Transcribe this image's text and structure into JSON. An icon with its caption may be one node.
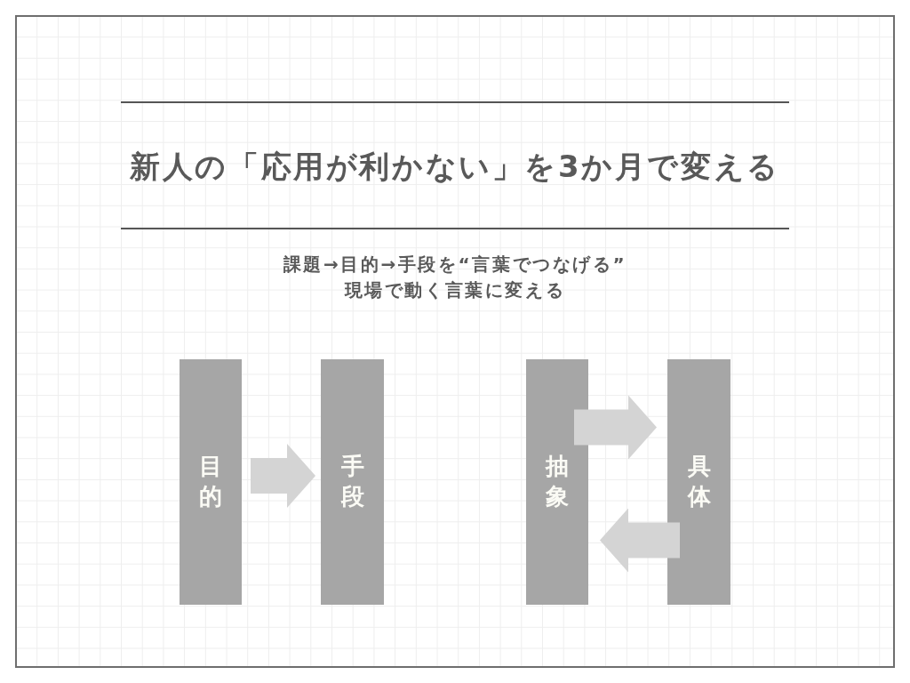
{
  "diagram": {
    "title": "新人の「応用が利かない」を3か月で変える",
    "nodes": [
      {
        "text": [
          "目的"
        ]
      },
      {
        "text": [
          "手段"
        ]
      },
      {
        "text": [
          "抽象"
        ]
      },
      {
        "text": [
          "具体"
        ]
      }
    ],
    "edges": [
      {
        "from": 0,
        "to": 1,
        "arrow": "to"
      },
      {
        "from": 2,
        "to": 3,
        "arrow": "to"
      },
      {
        "from": 3,
        "to": 2,
        "arrow": "to"
      }
    ],
    "labels": [
      "課題→目的→手段を“言葉でつなげる”",
      "現場で動く言葉に変える"
    ]
  }
}
